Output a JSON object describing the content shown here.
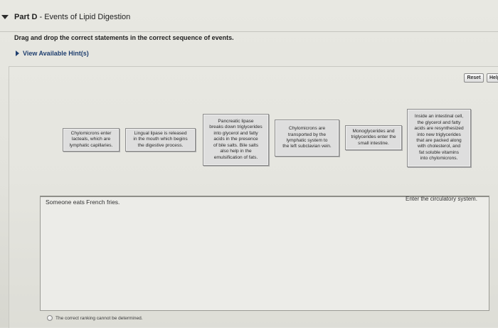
{
  "part": {
    "label": "Part D",
    "separator": " - ",
    "title": "Events of Lipid Digestion"
  },
  "instructions": "Drag and drop the correct statements in the correct sequence of events.",
  "hints": {
    "label": "View Available Hint(s)"
  },
  "toolbar": {
    "reset_label": "Reset",
    "help_label": "Help"
  },
  "cards": [
    {
      "lines": [
        "Chylomicrons enter",
        "lacteals, which are",
        "lymphatic capillaries."
      ]
    },
    {
      "lines": [
        "Lingual lipase is released",
        "in the mouth which begins",
        "the digestive process."
      ]
    },
    {
      "lines": [
        "Pancreatic lipase",
        "breaks down triglycerides",
        "into glycerol and fatty",
        "acids in the presence",
        "of bile salts. Bile salts",
        "also help in the",
        "emulsification of fats."
      ]
    },
    {
      "lines": [
        "Chylomicrons are",
        "transported by the",
        "lymphatic system to",
        "the left subclavian vein."
      ]
    },
    {
      "lines": [
        "Monoglycerides and",
        "triglycerides enter the",
        "small intestine."
      ]
    },
    {
      "lines": [
        "Inside an intestinal cell,",
        "the glycerol and fatty",
        "acids are resynthesized",
        "into new triglycerides",
        "that are packed along",
        "with cholesterol, and",
        "fat soluble vitamins",
        "into chylomicrons."
      ]
    }
  ],
  "sequence_zone": {
    "start_label": "Someone eats French fries.",
    "end_label": "Enter the circulatory system."
  },
  "ranking_option": {
    "label": "The correct ranking cannot be determined."
  }
}
